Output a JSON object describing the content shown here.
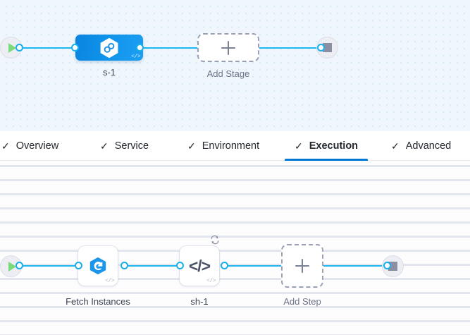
{
  "stage_canvas": {
    "name": "pipeline-stage-canvas",
    "background_color": "#eff7fc",
    "grid": "dots",
    "start_node": {
      "icon": "play-icon",
      "label": ""
    },
    "end_node": {
      "icon": "stop-icon",
      "label": ""
    },
    "nodes": [
      {
        "id": "stage-1",
        "label": "s-1",
        "type": "stage",
        "icon": "harness-hexagon-infinity-icon",
        "corner_icon": "code-icon",
        "corner_icon_text": "</>",
        "color": "#0e8ce6",
        "selected": true
      },
      {
        "id": "add-stage",
        "label": "Add Stage",
        "type": "add",
        "icon": "plus-icon"
      }
    ]
  },
  "tabs": {
    "name": "stage-config-tabs",
    "active": "Execution",
    "check_glyph": "✓",
    "items": [
      {
        "label": "Overview",
        "checked": true,
        "active": false
      },
      {
        "label": "Service",
        "checked": true,
        "active": false
      },
      {
        "label": "Environment",
        "checked": true,
        "active": false
      },
      {
        "label": "Execution",
        "checked": true,
        "active": true
      },
      {
        "label": "Advanced",
        "checked": true,
        "active": false
      }
    ],
    "active_underline_color": "#0278d5"
  },
  "step_canvas": {
    "name": "execution-steps-canvas",
    "background_color": "#fdfdfe",
    "grid": "ticks",
    "start_node": {
      "icon": "play-icon",
      "label": ""
    },
    "end_node": {
      "icon": "stop-icon",
      "label": ""
    },
    "nodes": [
      {
        "id": "fetch-instances",
        "label": "Fetch Instances",
        "type": "step",
        "icon": "deployment-swirl-hexagon-icon",
        "corner_icon": "code-icon",
        "corner_icon_text": "</>",
        "has_retry": false
      },
      {
        "id": "sh-1",
        "label": "sh-1",
        "type": "step",
        "icon": "code-icon",
        "icon_text": "</>",
        "corner_icon": "code-icon",
        "corner_icon_text": "</>",
        "has_retry": true,
        "retry_icon": "retry-loop-icon"
      },
      {
        "id": "add-step",
        "label": "Add Step",
        "type": "add",
        "icon": "plus-icon"
      }
    ]
  },
  "theme": {
    "edge_color": "#1fb6f0",
    "connector_color": "#18b0ec",
    "accent_blue": "#0278d5",
    "start_green": "#7adb7a",
    "stop_gray": "#8b8fa3"
  }
}
